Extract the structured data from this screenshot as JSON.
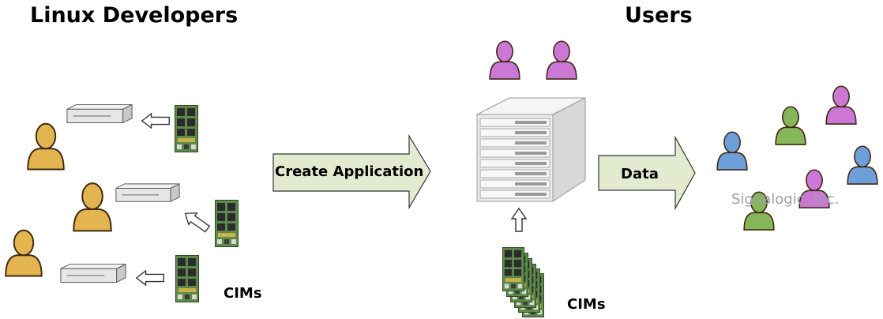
{
  "headings": {
    "developers": "Linux Developers",
    "users": "Users"
  },
  "arrows": {
    "create_application": "Create Application",
    "data": "Data"
  },
  "labels": {
    "cims_left": "CIMs",
    "cims_center": "CIMs"
  },
  "watermark": "Signalogic, Inc.",
  "colors": {
    "developer_person": "#e3b44f",
    "user_purple": "#cc77d6",
    "user_green": "#86b55a",
    "user_blue": "#6f9fd8",
    "arrow_fill": "#e2ebd0",
    "board_green": "#5d8a4a"
  },
  "icons": {
    "developer": "person-icon",
    "user": "person-icon",
    "server": "server-rack-icon",
    "appliance": "appliance-icon",
    "board": "cim-board-icon"
  }
}
